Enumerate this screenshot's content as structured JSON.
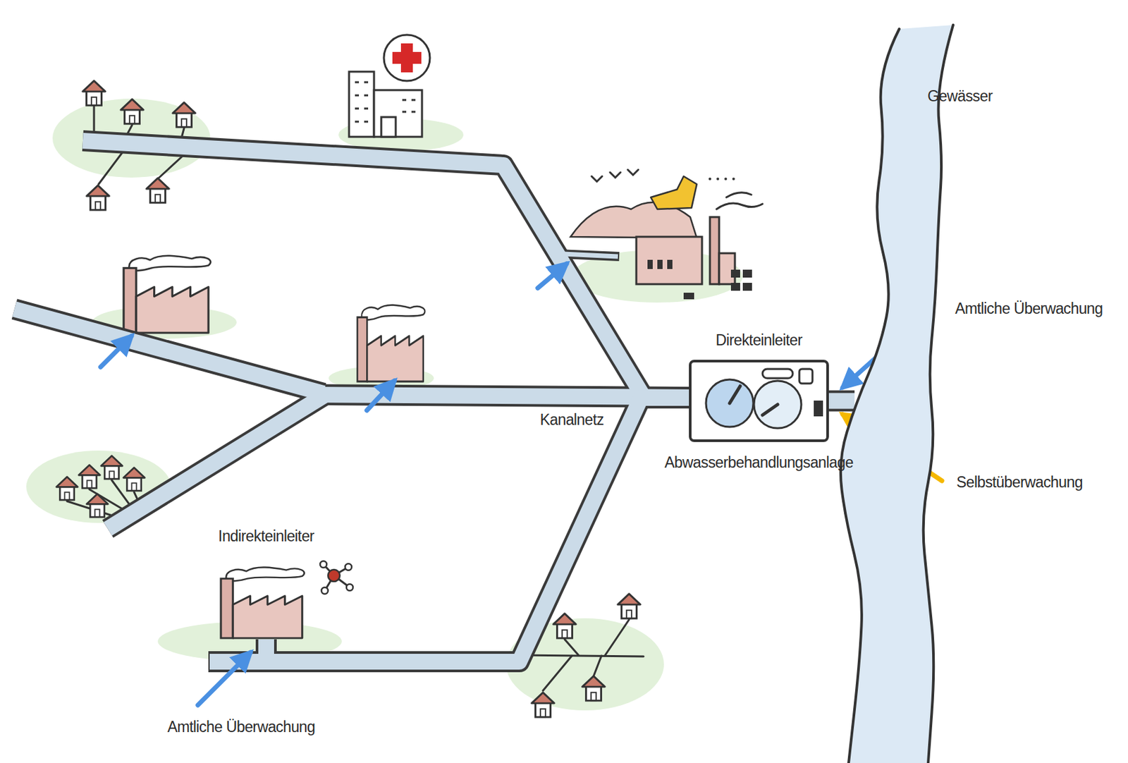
{
  "diagram": {
    "nodes": [
      {
        "text": [
          "Gewässer"
        ]
      },
      {
        "text": [
          "Direkteinleiter",
          "Abwasserbehandlungsanlage"
        ]
      },
      {
        "text": [
          "Indirekteinleiter"
        ]
      }
    ],
    "edges": [
      {
        "from": 2,
        "to": 1,
        "arrow": "none"
      },
      {
        "from": 1,
        "to": 0,
        "arrow": "none"
      }
    ],
    "labels": [
      "Amtliche Überwachung",
      "Kanalnetz",
      "Selbstüberwachung",
      "Amtliche Überwachung"
    ]
  }
}
